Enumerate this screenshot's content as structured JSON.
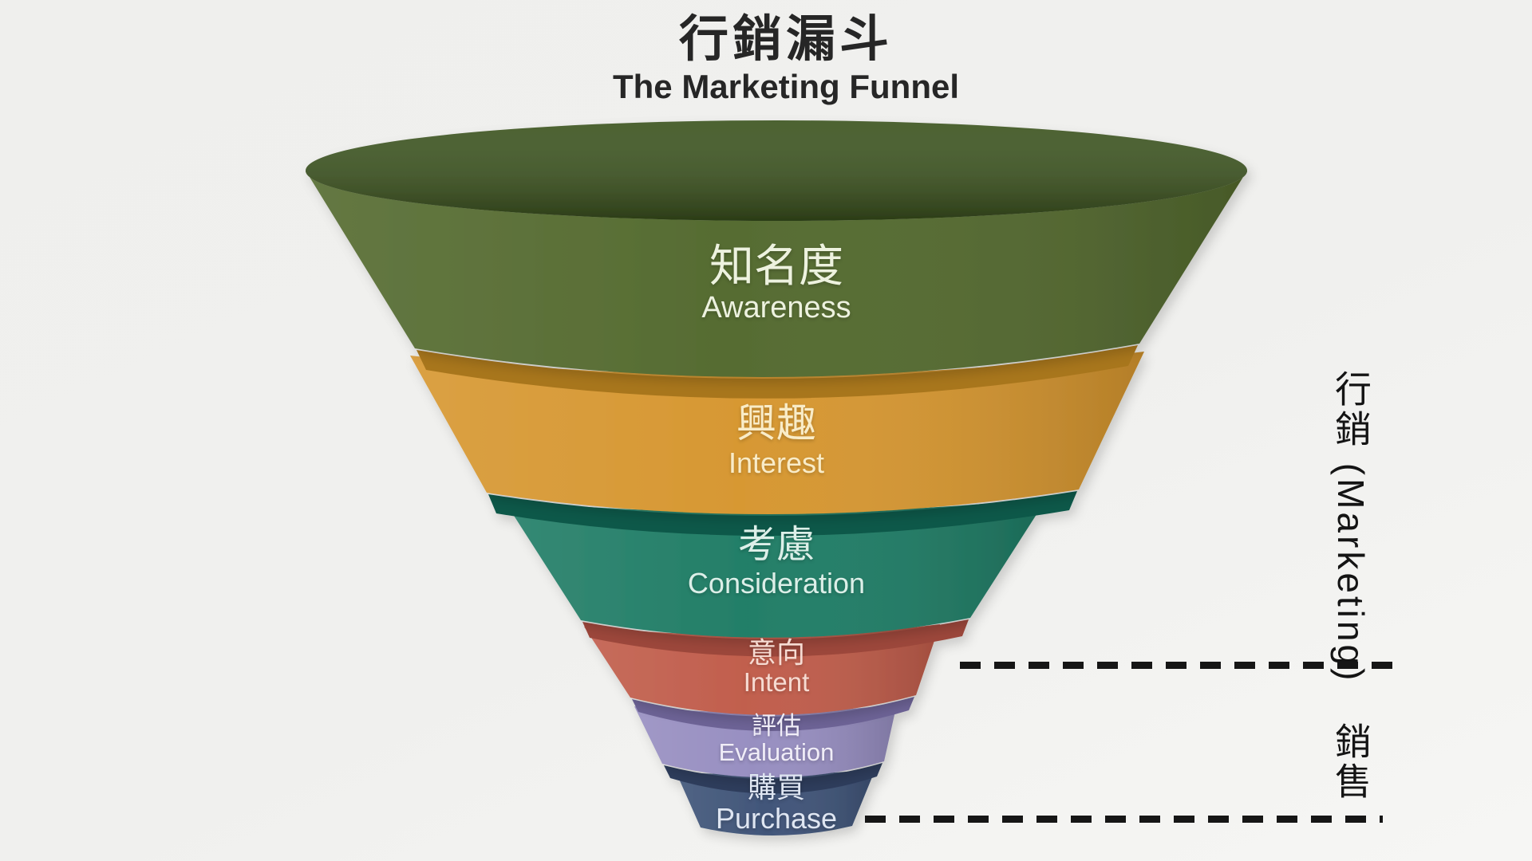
{
  "title": {
    "zh": "行銷漏斗",
    "en": "The Marketing Funnel"
  },
  "stages": [
    {
      "zh": "知名度",
      "en": "Awareness",
      "color": "#53692e",
      "opening_color": "#3d551f"
    },
    {
      "zh": "興趣",
      "en": "Interest",
      "color": "#d6962f",
      "shadow_color": "#a8761e"
    },
    {
      "zh": "考慮",
      "en": "Consideration",
      "color": "#1f7c65",
      "shadow_color": "#10584a"
    },
    {
      "zh": "意向",
      "en": "Intent",
      "color": "#c05c4a",
      "shadow_color": "#9c473a"
    },
    {
      "zh": "評估",
      "en": "Evaluation",
      "color": "#968dc0",
      "shadow_color": "#6d6496"
    },
    {
      "zh": "購買",
      "en": "Purchase",
      "color": "#3e5377",
      "shadow_color": "#2d3c5c"
    }
  ],
  "side_labels": {
    "marketing": "行銷 (Marketing)",
    "sales": "銷售"
  },
  "divider_color": "#161616",
  "background_color": "#f0f0ee"
}
